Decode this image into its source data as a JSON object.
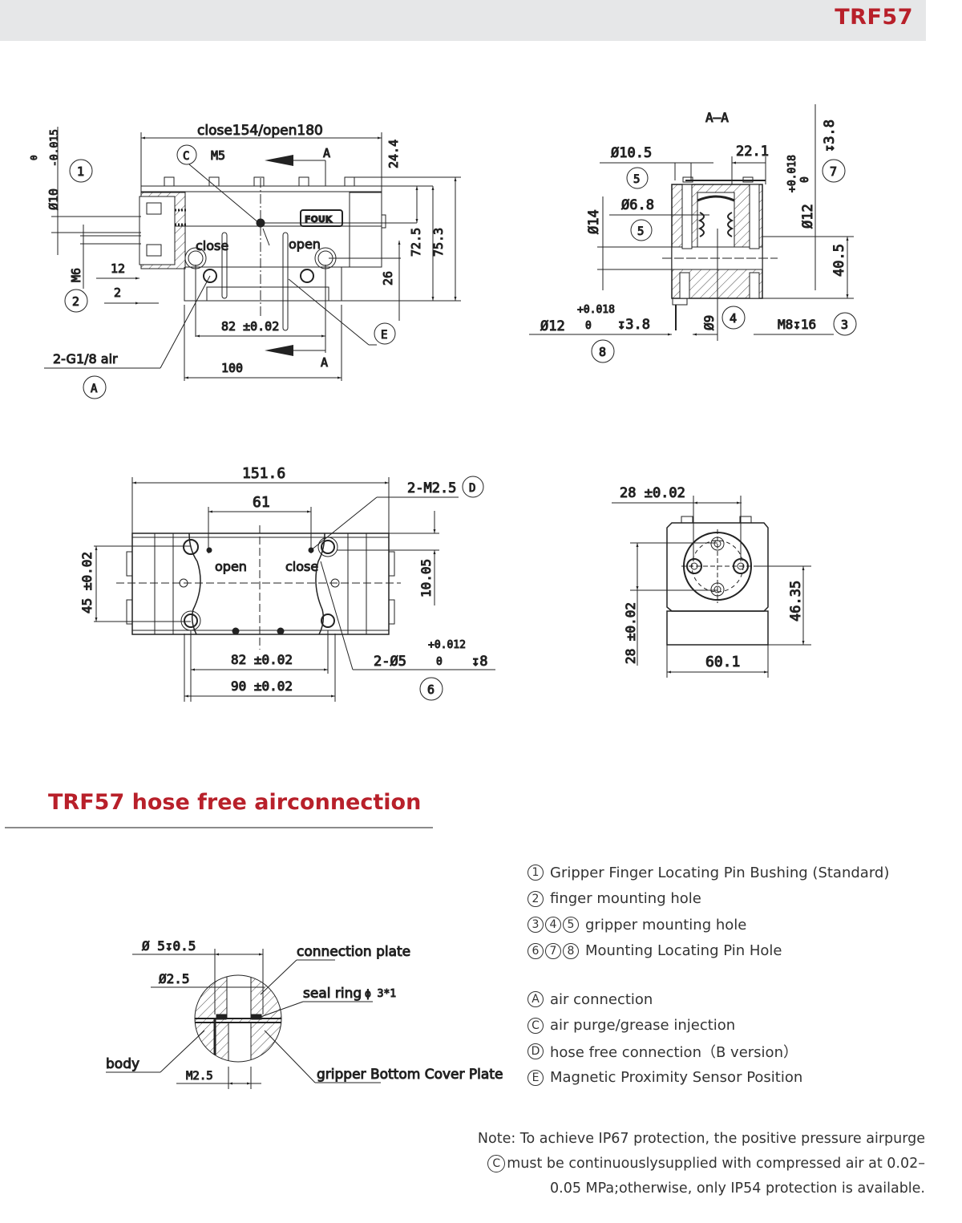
{
  "header": {
    "title": "TRF57"
  },
  "drawings": {
    "side_view": {
      "overall_length": "close154/open180",
      "callout_c": "C",
      "thread_c": "M5",
      "section_mark": "A",
      "height_top": "24.4",
      "height_mid": "72.5",
      "height_total": "75.3",
      "height_26": "26",
      "pin_dia": "Ø10",
      "pin_tol_upper": "0",
      "pin_tol_lower": "-0.015",
      "callout_1": "1",
      "thread_m6": "M6",
      "callout_2": "2",
      "dim_12": "12",
      "dim_2": "2",
      "label_close": "close",
      "label_open": "open",
      "dim_82": "82 ±0.02",
      "callout_e": "E",
      "air_port": "2-G1/8 air",
      "callout_a": "A",
      "dim_100": "100",
      "logo": "FOUK"
    },
    "section_view": {
      "title": "A—A",
      "dia_10_5": "Ø10.5",
      "callout_5a": "5",
      "dia_6_8": "Ø6.8",
      "callout_5b": "5",
      "dia_14": "Ø14",
      "dim_22_1": "22.1",
      "depth_top": "↧3.8",
      "dia_12_top": "Ø12",
      "tol_upper_top": "+0.018",
      "tol_lower_top": "0",
      "callout_7": "7",
      "dim_40_5": "40.5",
      "tol_upper_bottom": "+0.018",
      "dia_12_bottom": "Ø12",
      "tol_lower_bottom": "0",
      "depth_bottom": "↧3.8",
      "callout_8": "8",
      "dia_9": "Ø9",
      "callout_4": "4",
      "thread_m8": "M8↧16",
      "callout_3": "3"
    },
    "bottom_view": {
      "dim_151_6": "151.6",
      "dim_61": "61",
      "thread_d": "2-M2.5",
      "callout_d": "D",
      "dim_45": "45 ±0.02",
      "dim_10_05": "10.05",
      "label_open": "open",
      "label_close": "close",
      "dim_82": "82 ±0.02",
      "dim_90": "90 ±0.02",
      "pin_holes": "2-Ø5",
      "pin_tol_upper": "+0.012",
      "pin_tol_lower": "0",
      "pin_depth": "↧8",
      "callout_6": "6"
    },
    "end_view": {
      "dim_28_top": "28 ±0.02",
      "dim_28_side": "28 ±0.02",
      "dim_46_35": "46.35",
      "dim_60_1": "60.1"
    },
    "detail_view": {
      "dia_5": "Ø 5↧0.5",
      "dia_2_5": "Ø2.5",
      "thread": "M2.5",
      "label_connection_plate": "connection plate",
      "label_seal_ring": "seal ring",
      "seal_ring_size": "ϕ 3*1",
      "label_body": "body",
      "label_bottom_plate": "gripper Bottom Cover Plate"
    }
  },
  "section": {
    "title": "TRF57 hose free airconnection"
  },
  "legend": {
    "numbered": [
      {
        "markers": [
          "1"
        ],
        "label": "Gripper Finger Locating Pin Bushing (Standard)"
      },
      {
        "markers": [
          "2"
        ],
        "label": "finger mounting hole"
      },
      {
        "markers": [
          "3",
          "4",
          "5"
        ],
        "label": "gripper mounting hole"
      },
      {
        "markers": [
          "6",
          "7",
          "8"
        ],
        "label": "Mounting Locating Pin Hole"
      }
    ],
    "lettered": [
      {
        "marker": "A",
        "label": "air connection"
      },
      {
        "marker": "C",
        "label": "air purge/grease injection"
      },
      {
        "marker": "D",
        "label": "hose free connection（B version）"
      },
      {
        "marker": "E",
        "label": "Magnetic Proximity Sensor Position"
      }
    ]
  },
  "note": {
    "line1": "Note: To achieve IP67 protection, the positive pressure airpurge",
    "marker": "C",
    "line2": "must be continuouslysupplied with compressed air at 0.02–",
    "line3": "0.05 MPa;otherwise, only IP54 protection is available."
  },
  "colors": {
    "brand_red": "#b8202a",
    "header_bg": "#e6e7e8",
    "rule": "#8a8a8a"
  }
}
